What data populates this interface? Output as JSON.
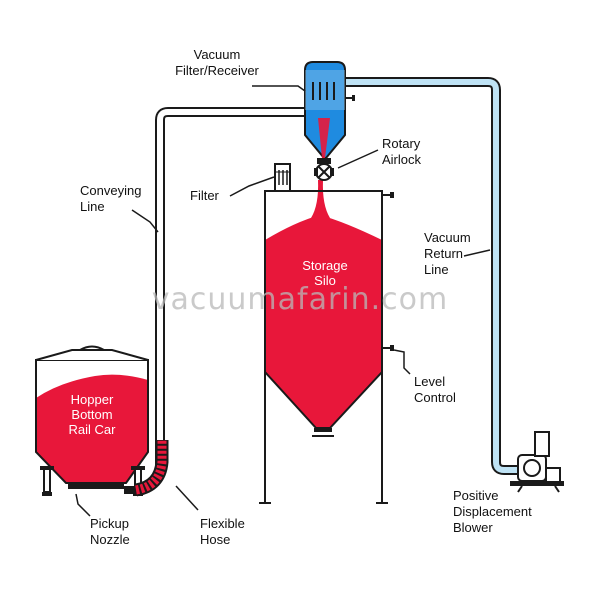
{
  "labels": {
    "vacuum_filter_receiver": "Vacuum\nFilter/Receiver",
    "rotary_airlock": "Rotary\nAirlock",
    "conveying_line": "Conveying\nLine",
    "filter": "Filter",
    "vacuum_return_line": "Vacuum\nReturn\nLine",
    "storage_silo": "Storage\nSilo",
    "level_control": "Level\nControl",
    "hopper_bottom_rail_car": "Hopper\nBottom\nRail Car",
    "pickup_nozzle": "Pickup\nNozzle",
    "flexible_hose": "Flexible\nHose",
    "positive_displacement_blower": "Positive\nDisplacement\nBlower"
  },
  "watermark": "vacuumafarin.com",
  "colors": {
    "material": "#e8173a",
    "receiver": "#1f8be0",
    "return_line": "#bfe3f5",
    "outline": "#1a1a1a"
  }
}
